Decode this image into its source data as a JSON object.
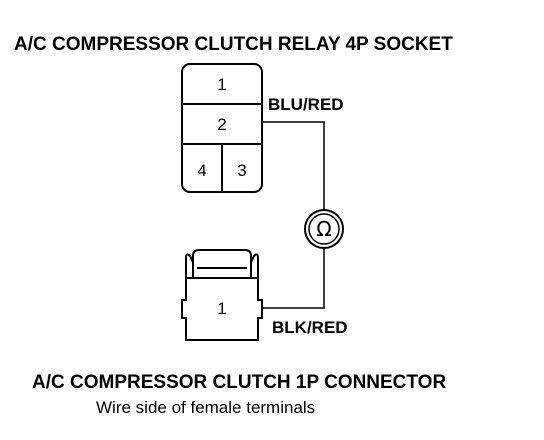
{
  "relay_socket": {
    "title": "A/C COMPRESSOR CLUTCH RELAY 4P SOCKET",
    "pins": [
      "1",
      "2",
      "4",
      "3"
    ]
  },
  "connector": {
    "title": "A/C COMPRESSOR CLUTCH 1P CONNECTOR",
    "subtitle": "Wire side of female terminals",
    "pin": "1"
  },
  "wires": {
    "top_wire": "BLU/RED",
    "bottom_wire": "BLK/RED"
  },
  "meter": {
    "symbol": "Ω",
    "icon": "ohmmeter-icon"
  }
}
